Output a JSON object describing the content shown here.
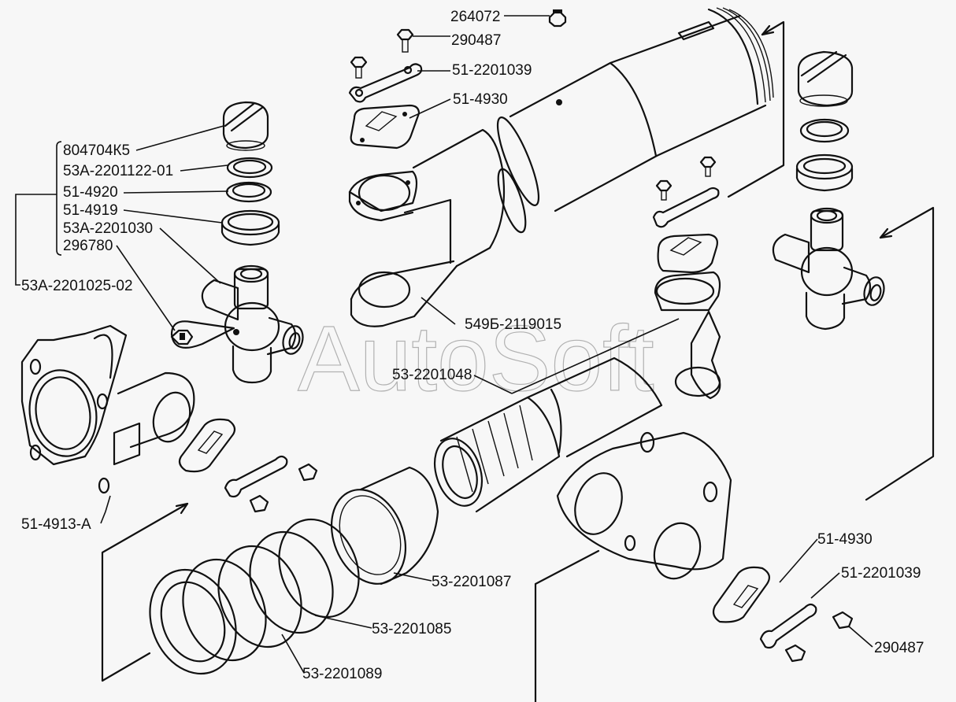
{
  "diagram": {
    "title": "Cardan shaft assembly — exploded view",
    "watermark": "AutoSoft",
    "colors": {
      "background": "#f7f7f7",
      "line": "#111111",
      "watermark": "#9a9a9a"
    },
    "labels": {
      "grease_fitting": "264072",
      "bolt_top": "290487",
      "lock_plate_top": "51-2201039",
      "cover_top": "51-4930",
      "kit_cap": "804704К5",
      "kit_seal": "53А-2201122-01",
      "kit_ring": "51-4920",
      "kit_cup": "51-4919",
      "kit_spider": "53А-2201030",
      "kit_plug": "296780",
      "kit_assembly": "53А-2201025-02",
      "slip_yoke": "549Б-2119015",
      "splined_shaft": "53-2201048",
      "flange_yoke": "51-4913-А",
      "dust_cap": "53-2201087",
      "seal_ring": "53-2201085",
      "seal_washer": "53-2201089",
      "cover_bottom": "51-4930",
      "lock_plate_bottom": "51-2201039",
      "bolt_bottom": "290487"
    }
  }
}
